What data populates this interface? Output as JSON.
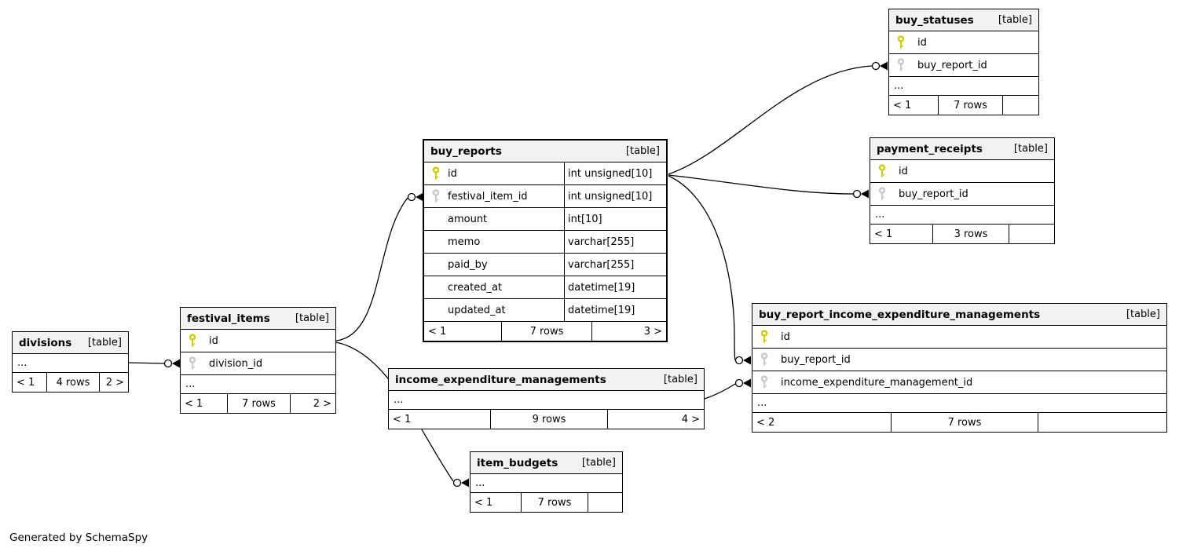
{
  "diagram": {
    "note": "Generated by SchemaSpy",
    "colors": {
      "primary_key": "#cccc00",
      "foreign_key": "#c9c9c9",
      "header_bg": "#f2f2f2",
      "line": "#000000"
    }
  },
  "tables": {
    "buy_statuses": {
      "name": "buy_statuses",
      "tag": "[table]",
      "ellipsis": "...",
      "columns": [
        {
          "name": "id",
          "key": "pk"
        },
        {
          "name": "buy_report_id",
          "key": "fk"
        }
      ],
      "footer": {
        "left": "< 1",
        "center": "7 rows",
        "right": ""
      }
    },
    "payment_receipts": {
      "name": "payment_receipts",
      "tag": "[table]",
      "ellipsis": "...",
      "columns": [
        {
          "name": "id",
          "key": "pk"
        },
        {
          "name": "buy_report_id",
          "key": "fk"
        }
      ],
      "footer": {
        "left": "< 1",
        "center": "3 rows",
        "right": ""
      }
    },
    "buy_reports": {
      "name": "buy_reports",
      "tag": "[table]",
      "columns": [
        {
          "name": "id",
          "type": "int unsigned[10]",
          "key": "pk"
        },
        {
          "name": "festival_item_id",
          "type": "int unsigned[10]",
          "key": "fk"
        },
        {
          "name": "amount",
          "type": "int[10]"
        },
        {
          "name": "memo",
          "type": "varchar[255]"
        },
        {
          "name": "paid_by",
          "type": "varchar[255]"
        },
        {
          "name": "created_at",
          "type": "datetime[19]"
        },
        {
          "name": "updated_at",
          "type": "datetime[19]"
        }
      ],
      "footer": {
        "left": "< 1",
        "center": "7 rows",
        "right": "3 >"
      }
    },
    "buy_report_income_expenditure_managements": {
      "name": "buy_report_income_expenditure_managements",
      "tag": "[table]",
      "ellipsis": "...",
      "columns": [
        {
          "name": "id",
          "key": "pk"
        },
        {
          "name": "buy_report_id",
          "key": "fk"
        },
        {
          "name": "income_expenditure_management_id",
          "key": "fk"
        }
      ],
      "footer": {
        "left": "< 2",
        "center": "7 rows",
        "right": ""
      }
    },
    "festival_items": {
      "name": "festival_items",
      "tag": "[table]",
      "ellipsis": "...",
      "columns": [
        {
          "name": "id",
          "key": "pk"
        },
        {
          "name": "division_id",
          "key": "fk"
        }
      ],
      "footer": {
        "left": "< 1",
        "center": "7 rows",
        "right": "2 >"
      }
    },
    "divisions": {
      "name": "divisions",
      "tag": "[table]",
      "ellipsis": "...",
      "columns": [],
      "footer": {
        "left": "< 1",
        "center": "4 rows",
        "right": "2 >"
      }
    },
    "income_expenditure_managements": {
      "name": "income_expenditure_managements",
      "tag": "[table]",
      "ellipsis": "...",
      "columns": [],
      "footer": {
        "left": "< 1",
        "center": "9 rows",
        "right": "4 >"
      }
    },
    "item_budgets": {
      "name": "item_budgets",
      "tag": "[table]",
      "ellipsis": "...",
      "columns": [],
      "footer": {
        "left": "< 1",
        "center": "7 rows",
        "right": ""
      }
    }
  }
}
